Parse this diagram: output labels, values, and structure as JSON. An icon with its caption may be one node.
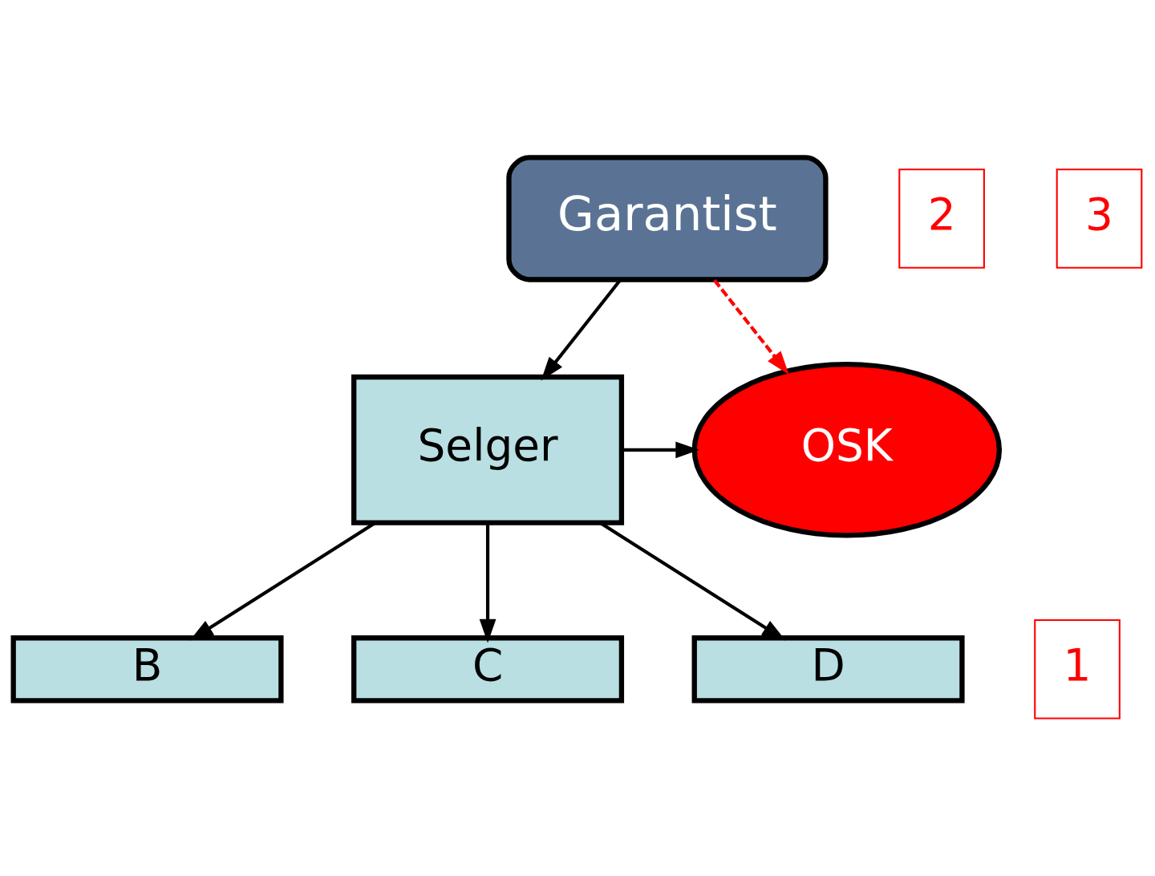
{
  "diagram": {
    "nodes": [
      {
        "text": [
          "Garantist"
        ]
      },
      {
        "text": [
          "Selger"
        ]
      },
      {
        "text": [
          "OSK"
        ]
      },
      {
        "text": [
          "B"
        ]
      },
      {
        "text": [
          "C"
        ]
      },
      {
        "text": [
          "D"
        ]
      },
      {
        "text": [
          "1"
        ]
      },
      {
        "text": [
          "2"
        ]
      },
      {
        "text": [
          "3"
        ]
      }
    ],
    "edges": [
      {
        "from": 0,
        "to": 1,
        "arrow": "to"
      },
      {
        "from": 0,
        "to": 2,
        "arrow": "to",
        "style": "dashed",
        "color": "#ff0000"
      },
      {
        "from": 1,
        "to": 2,
        "arrow": "to"
      },
      {
        "from": 1,
        "to": 3,
        "arrow": "to"
      },
      {
        "from": 1,
        "to": 4,
        "arrow": "to"
      },
      {
        "from": 1,
        "to": 5,
        "arrow": "to"
      }
    ]
  }
}
